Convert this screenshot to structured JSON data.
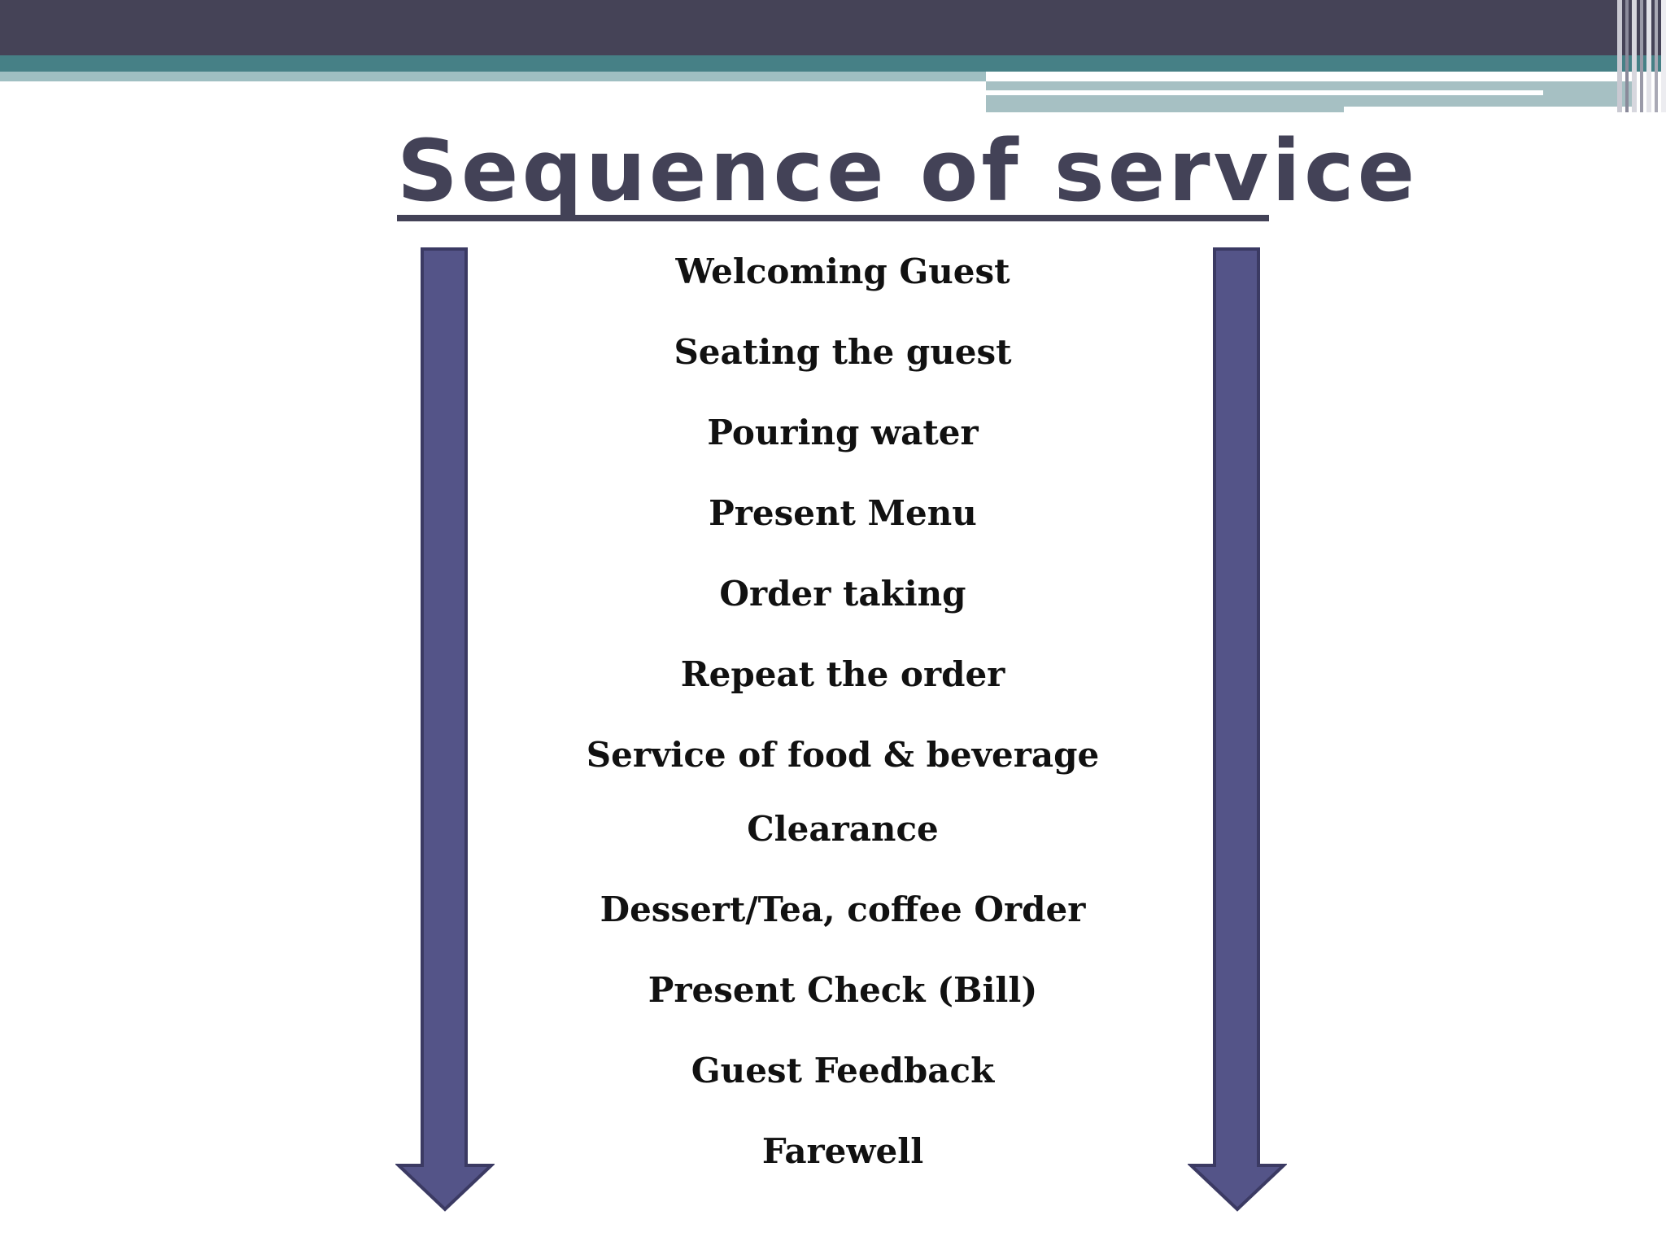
{
  "slide": {
    "title": "Sequence of service",
    "steps": [
      "Welcoming Guest",
      "Seating the guest",
      "Pouring water",
      "Present Menu",
      "Order taking",
      "Repeat the order",
      "Service of food & beverage",
      "Clearance",
      "Dessert/Tea, coffee Order",
      "Present Check (Bill)",
      "Guest Feedback",
      "Farewell"
    ]
  },
  "colors": {
    "header_dark": "#454357",
    "header_teal": "#468086",
    "header_light": "#9fbfc2",
    "title": "#434257",
    "arrow_fill": "#545488",
    "arrow_stroke": "#3b3a63",
    "step_text": "#111111"
  },
  "icons": {
    "left_arrow": "down-arrow-icon",
    "right_arrow": "down-arrow-icon"
  }
}
